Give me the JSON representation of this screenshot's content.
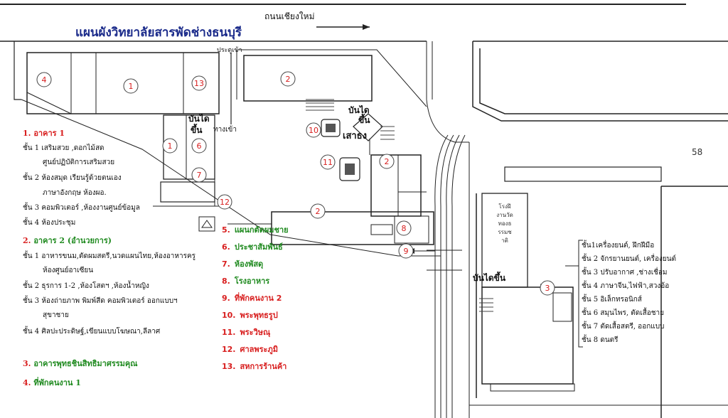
{
  "title": "แผนผังวิทยาลัยสารพัดช่างธนบุรี",
  "road_label": "ถนนเชียงใหม่",
  "page_number": "58",
  "map_labels": {
    "gate": "ประตูเข้า",
    "entrance": "ทางเข้า",
    "stairs_up_1": "บันได",
    "stairs_up_1b": "ขึ้น",
    "stairs_up_2": "บันได",
    "stairs_up_2b": "ขึ้น",
    "stairs_up_3": "บันไดขึ้น",
    "shrine": "เสาธง",
    "workshop_text": [
      "โรงฝึ",
      "งานวัด",
      "ทองธ",
      "รรมช",
      "าติ"
    ]
  },
  "markers": [
    "4",
    "1",
    "13",
    "2",
    "1",
    "6",
    "7",
    "12",
    "10",
    "11",
    "2",
    "2",
    "8",
    "9",
    "3"
  ],
  "legend_left": {
    "b1": {
      "num": "1.",
      "name": "อาคาร 1"
    },
    "b1_lines": [
      "ชั้น 1 เสริมสวย ,ดอกไม้สด",
      "ศูนย์ปฏิบัติการเสริมสวย",
      "ชั้น 2 ห้องสมุด เรียนรู้ด้วยตนเอง",
      "ภาษาอังกฤษ ห้องผอ.",
      "ชั้น 3 คอมพิวเตอร์ ,ห้องงานศูนย์ข้อมูล",
      "ชั้น 4 ห้องประชุม"
    ],
    "b2": {
      "num": "2.",
      "name": "อาคาร 2 (อำนวยการ)"
    },
    "b2_lines": [
      "ชั้น 1 อาหารขนม,ตัดผมสตรี,นวดแผนไทย,ห้องอาหารครู",
      "ห้องศูนย์อาเซียน",
      "ชั้น 2 ธุรการ 1-2 ,ห้องโสตฯ ,ห้องน้ำหญิง",
      "ชั้น 3 ห้องถ่ายภาพ พิมพ์สีด คอมพิวเตอร์ ออกแบบฯ",
      "สุขาชาย",
      "ชั้น 4 ศิลปะประดิษฐ์,เขียนแบบโฆษณา,ลีลาศ"
    ],
    "b3": {
      "num": "3.",
      "name": "อาคารพุทธชินสิทธิมาศรรมคุณ"
    },
    "b4": {
      "num": "4.",
      "name": "ที่พักคนงาน 1"
    }
  },
  "legend_right": [
    {
      "num": "5.",
      "name": "แผนกตัดผมชาย"
    },
    {
      "num": "6.",
      "name": "ประชาสัมพันธ์"
    },
    {
      "num": "7.",
      "name": "ห้องพัสดุ"
    },
    {
      "num": "8.",
      "name": "โรงอาหาร"
    },
    {
      "num": "9.",
      "name": "ที่พักคนงาน 2"
    },
    {
      "num": "10.",
      "name": "พระพุทธรูป"
    },
    {
      "num": "11.",
      "name": "พระวิษณุ"
    },
    {
      "num": "12.",
      "name": "ศาลพระภูมิ"
    },
    {
      "num": "13.",
      "name": "สหการร้านค้า"
    }
  ],
  "building3_floors": [
    "ชั้น1เครื่องยนต์, ฝึกฝีมือ",
    "ชั้น 2 จักรยานยนต์, เครื่องยนต์",
    "ชั้น 3 ปรับอากาศ ,ช่างเชื่อม",
    "ชั้น 4 ภาษาจีน,ไฟฟ้า,สวงอ้อ",
    "ชั้น 5 อิเล็กทรอนิกส์",
    "ชั้น 6 สมุนไพร, ตัดเสื้อชาย",
    "ชั้น 7 ตัดเสื้อสตรี, ออกแบบ",
    "ชั้น 8 ดนตรี"
  ]
}
